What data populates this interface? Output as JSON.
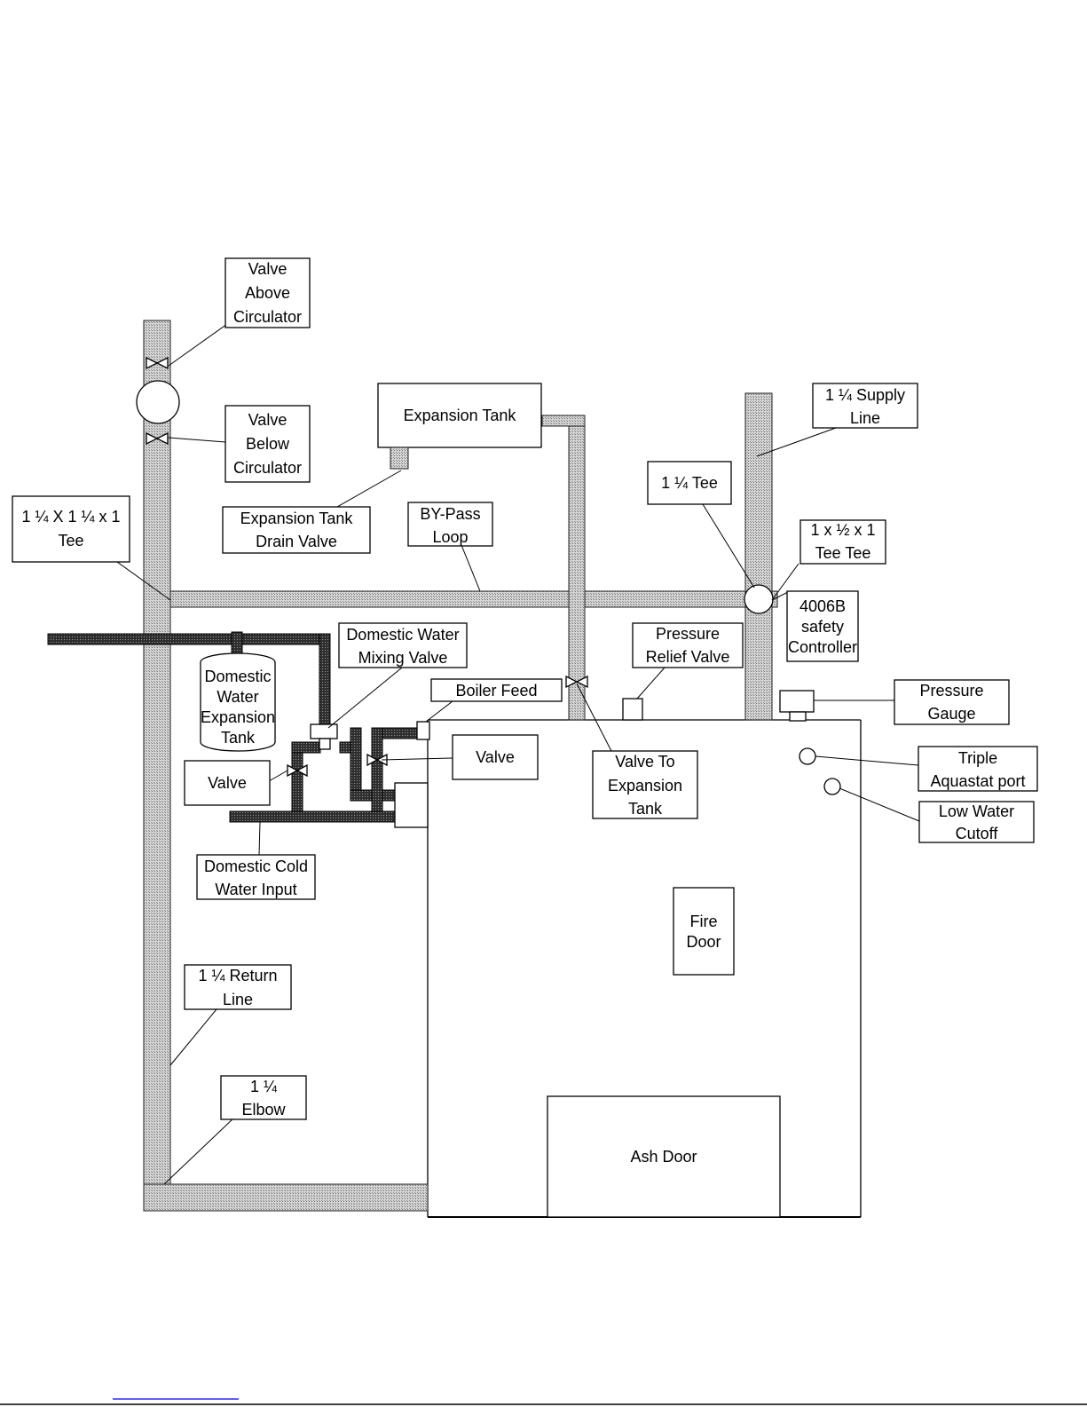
{
  "labels": {
    "valve_above_circulator": [
      "Valve",
      "Above",
      "Circulator"
    ],
    "valve_below_circulator": [
      "Valve",
      "Below",
      "Circulator"
    ],
    "expansion_tank": [
      "Expansion Tank"
    ],
    "supply_line": [
      "1 ¼ Supply",
      "Line"
    ],
    "tee_1_1_4": [
      "1 ¼ Tee"
    ],
    "tee_1_1_4_x_1": [
      "1 ¼ X 1 ¼ x 1",
      "Tee"
    ],
    "expansion_tank_drain_valve": [
      "Expansion Tank",
      "Drain Valve"
    ],
    "bypass_loop": [
      "BY-Pass",
      "Loop"
    ],
    "tee_1_half_1": [
      "1 x ½ x 1",
      "Tee Tee"
    ],
    "safety_controller": [
      "4006B",
      "safety",
      "Controller"
    ],
    "domestic_water_mixing_valve": [
      "Domestic Water",
      "Mixing Valve"
    ],
    "pressure_relief_valve": [
      "Pressure",
      "Relief Valve"
    ],
    "domestic_water_expansion_tank": [
      "Domestic",
      "Water",
      "Expansion",
      "Tank"
    ],
    "boiler_feed": [
      "Boiler Feed"
    ],
    "pressure_gauge": [
      "Pressure",
      "Gauge"
    ],
    "valve_right": [
      "Valve"
    ],
    "valve_to_expansion_tank": [
      "Valve To",
      "Expansion",
      "Tank"
    ],
    "triple_aquastat_port": [
      "Triple",
      "Aquastat port"
    ],
    "valve_left": [
      "Valve"
    ],
    "low_water_cutoff": [
      "Low Water",
      "Cutoff"
    ],
    "domestic_cold_water_input": [
      "Domestic Cold",
      "Water Input"
    ],
    "fire_door": [
      "Fire",
      "Door"
    ],
    "return_line": [
      "1 ¼ Return",
      "Line"
    ],
    "elbow": [
      "1 ¼",
      "Elbow"
    ],
    "ash_door": [
      "Ash Door"
    ]
  },
  "colors": {
    "pipe_fill": "#bdbdbd",
    "domestic_pipe_fill": "#4a4a4a",
    "line": "#000000",
    "background": "#ffffff",
    "footer_link": "#2a2aff"
  }
}
